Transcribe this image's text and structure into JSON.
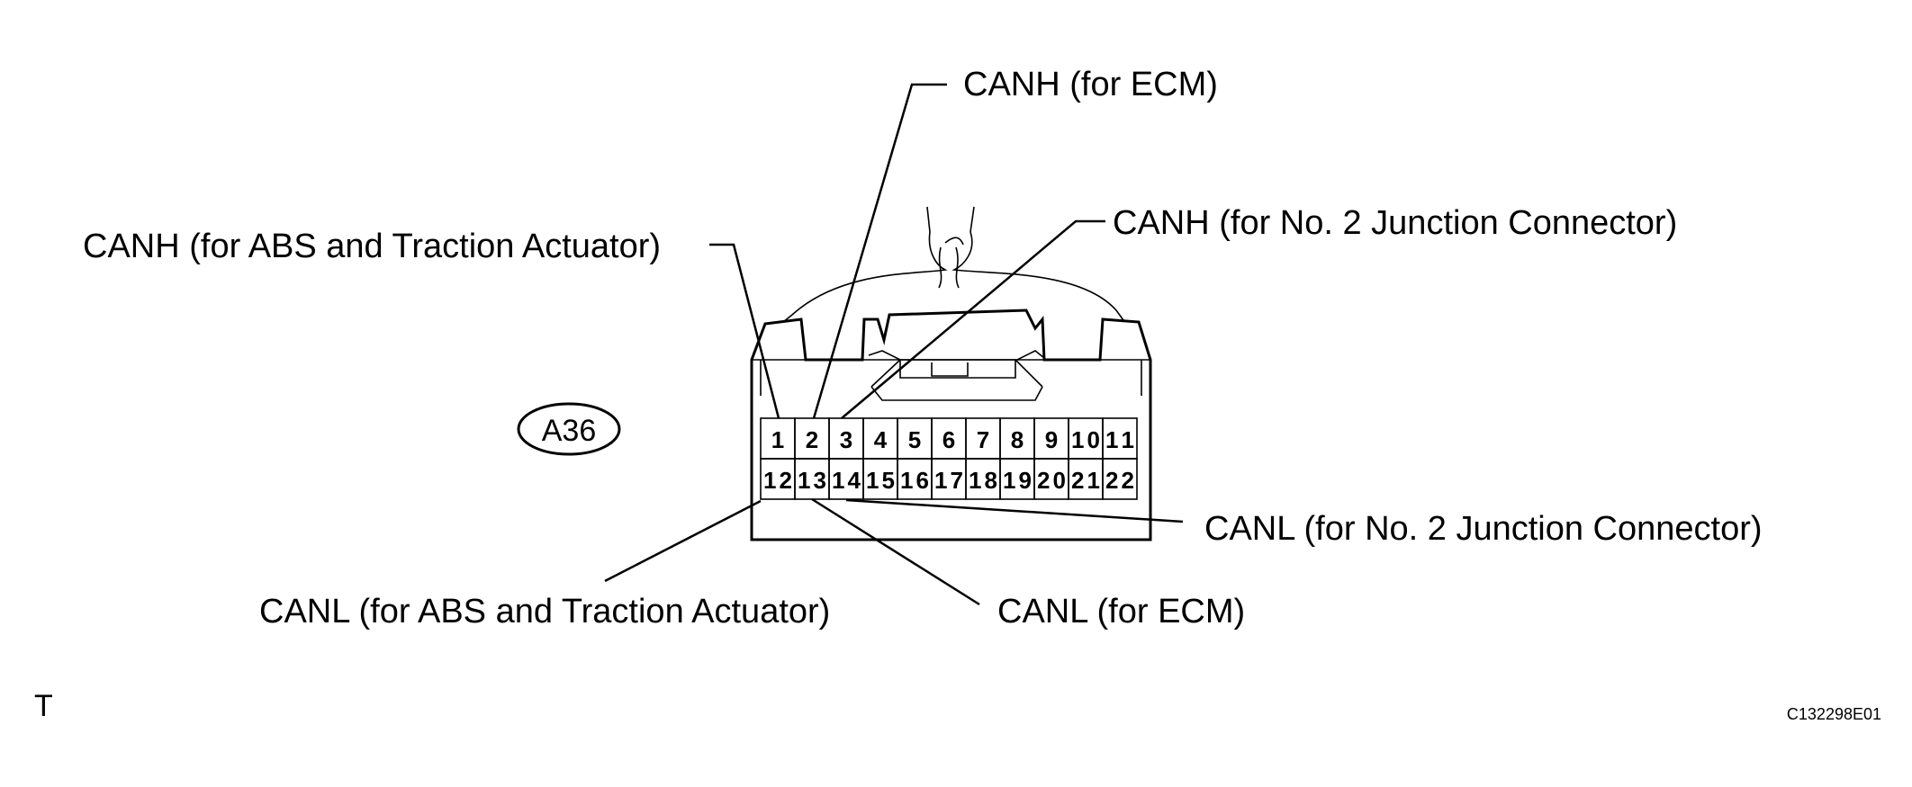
{
  "connector": {
    "code": "A36",
    "rows": [
      [
        "1",
        "2",
        "3",
        "4",
        "5",
        "6",
        "7",
        "8",
        "9",
        "10",
        "11"
      ],
      [
        "12",
        "13",
        "14",
        "15",
        "16",
        "17",
        "18",
        "19",
        "20",
        "21",
        "22"
      ]
    ]
  },
  "labels": {
    "canh_ecm": "CANH (for ECM)",
    "canh_jc2": "CANH (for No. 2 Junction Connector)",
    "canh_abs": "CANH (for ABS and Traction Actuator)",
    "canl_jc2": "CANL (for No. 2 Junction Connector)",
    "canl_abs": "CANL (for ABS and Traction Actuator)",
    "canl_ecm": "CANL (for ECM)"
  },
  "corner_mark": "T",
  "figure_ref": "C132298E01"
}
